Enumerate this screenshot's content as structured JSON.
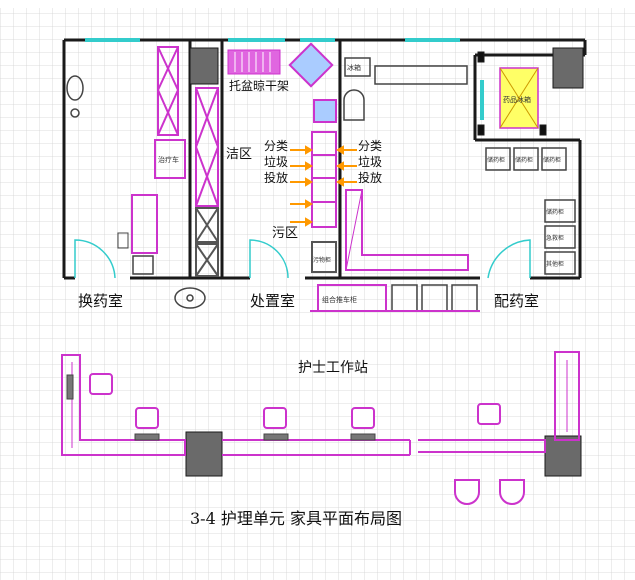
{
  "rooms": {
    "dressing_room": "换药室",
    "treatment_room": "处置室",
    "dispensing_room": "配药室",
    "nurse_station": "护士工作站"
  },
  "zones": {
    "clean_zone": "洁区",
    "dirty_zone": "污区",
    "basin_rack": "托盆晾干架"
  },
  "waste_labels": {
    "left": [
      "分类",
      "垃圾",
      "投放"
    ],
    "right": [
      "分类",
      "垃圾",
      "投放"
    ]
  },
  "cabinet_labels": {
    "dressing_cabinet": "治疗车",
    "ice_box": "冰箱",
    "drug_fridge": "药品冰箱",
    "storage_1": "储药柜",
    "storage_2": "储药柜",
    "storage_3": "储药柜",
    "storage_4": "储药柜",
    "rescue_cabinet": "急救柜",
    "other_cabinet": "其他柜",
    "dirty_cabinet": "污物柜",
    "combo_cart": "组合推车柜"
  },
  "caption": "3-4  护理单元  家具平面布局图",
  "colors": {
    "wall": "#1a1a1a",
    "furniture": "#cc33cc",
    "window": "#33cccc",
    "waste_arrow": "#ff9900",
    "column": "#6a6a6a",
    "grid": "#cfcfcf",
    "highlight": "#ffff66"
  }
}
